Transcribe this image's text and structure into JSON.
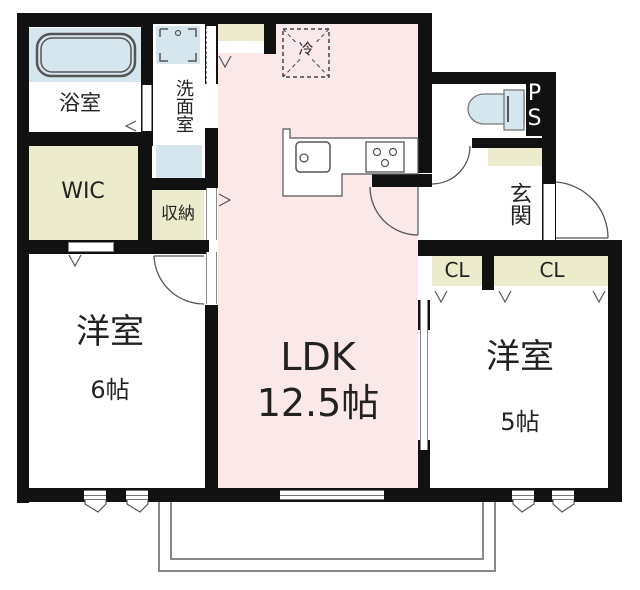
{
  "floor_plan": {
    "type": "apartment floor plan",
    "layout": "2LDK",
    "rooms": {
      "bathroom": {
        "label": "浴室"
      },
      "washroom": {
        "label": "洗面室"
      },
      "wic": {
        "label": "WIC"
      },
      "storage": {
        "label": "収納"
      },
      "ldk": {
        "label": "LDK",
        "size": "12.5帖"
      },
      "western_room_left": {
        "label": "洋室",
        "size": "6帖"
      },
      "western_room_right": {
        "label": "洋室",
        "size": "5帖"
      },
      "entrance": {
        "label": "玄関"
      },
      "closet_1": {
        "label": "CL"
      },
      "closet_2": {
        "label": "CL"
      },
      "pipe_space": {
        "label": "PS"
      }
    },
    "fixtures": {
      "refrigerator": {
        "label": "冷"
      },
      "kitchen_sink": "sink",
      "stove": "3-burner stove",
      "toilet": "toilet",
      "bathtub": "bathtub",
      "washing_machine": "washing machine pan"
    },
    "colors": {
      "wall": "#111111",
      "ldk_floor": "#fbe9e9",
      "wet_area": "#d6e6ef",
      "storage": "#ececcd",
      "room_floor": "#ffffff"
    }
  }
}
